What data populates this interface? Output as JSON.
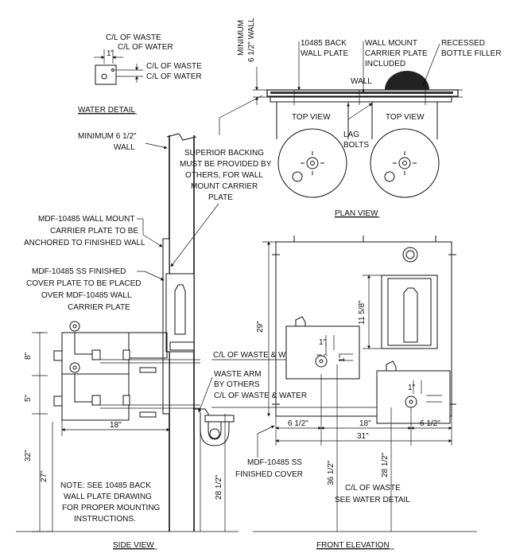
{
  "water_detail": {
    "title": "WATER DETAIL",
    "cl_waste": "C/L OF WASTE",
    "cl_water": "C/L OF WATER",
    "cl_waste_2": "C/L OF WASTE",
    "cl_water_2": "C/L OF WATER",
    "dim_1": "1\""
  },
  "plan_view": {
    "title": "PLAN VIEW",
    "min_wall_line1": "MINIMUM",
    "min_wall_line2": "6 1/2\" WALL",
    "back_plate_line1": "10485 BACK",
    "back_plate_line2": "WALL PLATE",
    "carrier_line1": "WALL MOUNT",
    "carrier_line2": "CARRIER PLATE",
    "carrier_line3": "INCLUDED",
    "bottle_line1": "RECESSED",
    "bottle_line2": "BOTTLE FILLER",
    "wall": "WALL",
    "top_view_left": "TOP VIEW",
    "top_view_right": "TOP VIEW",
    "lag_line1": "LAG",
    "lag_line2": "BOLTS"
  },
  "side_view": {
    "title": "SIDE VIEW",
    "min_wall_line1": "MINIMUM 6 1/2\"",
    "min_wall_line2": "WALL",
    "backing_line1": "SUPERIOR BACKING",
    "backing_line2": "MUST BE PROVIDED BY",
    "backing_line3": "OTHERS, FOR WALL",
    "backing_line4": "MOUNT CARRIER",
    "backing_line5": "PLATE",
    "carrier_note_line1": "MDF-10485 WALL MOUNT",
    "carrier_note_line2": "CARRIER PLATE TO BE",
    "carrier_note_line3": "ANCHORED TO FINISHED WALL",
    "cover_note_line1": "MDF-10485 SS FINISHED",
    "cover_note_line2": "COVER PLATE TO BE PLACED",
    "cover_note_line3": "OVER MDF-10485 WALL",
    "cover_note_line4": "CARRIER PLATE",
    "cl_waste_water_1": "C/L OF WASTE & WATER",
    "waste_arm_line1": "WASTE ARM",
    "waste_arm_line2": "BY OTHERS",
    "cl_waste_water_2": "C/L OF WASTE & WATER",
    "dim_8": "8\"",
    "dim_5": "5\"",
    "dim_18": "18\"",
    "dim_32": "32\"",
    "dim_27": "27\"",
    "dim_28_5": "28 1/2\"",
    "note_line1": "NOTE: SEE 10485 BACK",
    "note_line2": "WALL PLATE DRAWING",
    "note_line3": "FOR PROPER MOUNTING",
    "note_line4": "INSTRUCTIONS."
  },
  "front_elevation": {
    "title": "FRONT ELEVATION",
    "dim_29": "29\"",
    "dim_11_5_8": "11 5/8\"",
    "dim_6_5_left": "6 1/2\"",
    "dim_18": "18\"",
    "dim_6_5_right": "6 1/2\"",
    "dim_31": "31\"",
    "dim_36_5": "36 1/2\"",
    "dim_28_5": "28 1/2\"",
    "dim_1_a": "1\"",
    "dim_1_b": "1\"",
    "dim_1_c": "1\"",
    "cover_line1": "MDF-10485 SS",
    "cover_line2": "FINISHED COVER",
    "cl_line1": "C/L OF WASTE",
    "cl_line2": "SEE WATER DETAIL"
  }
}
